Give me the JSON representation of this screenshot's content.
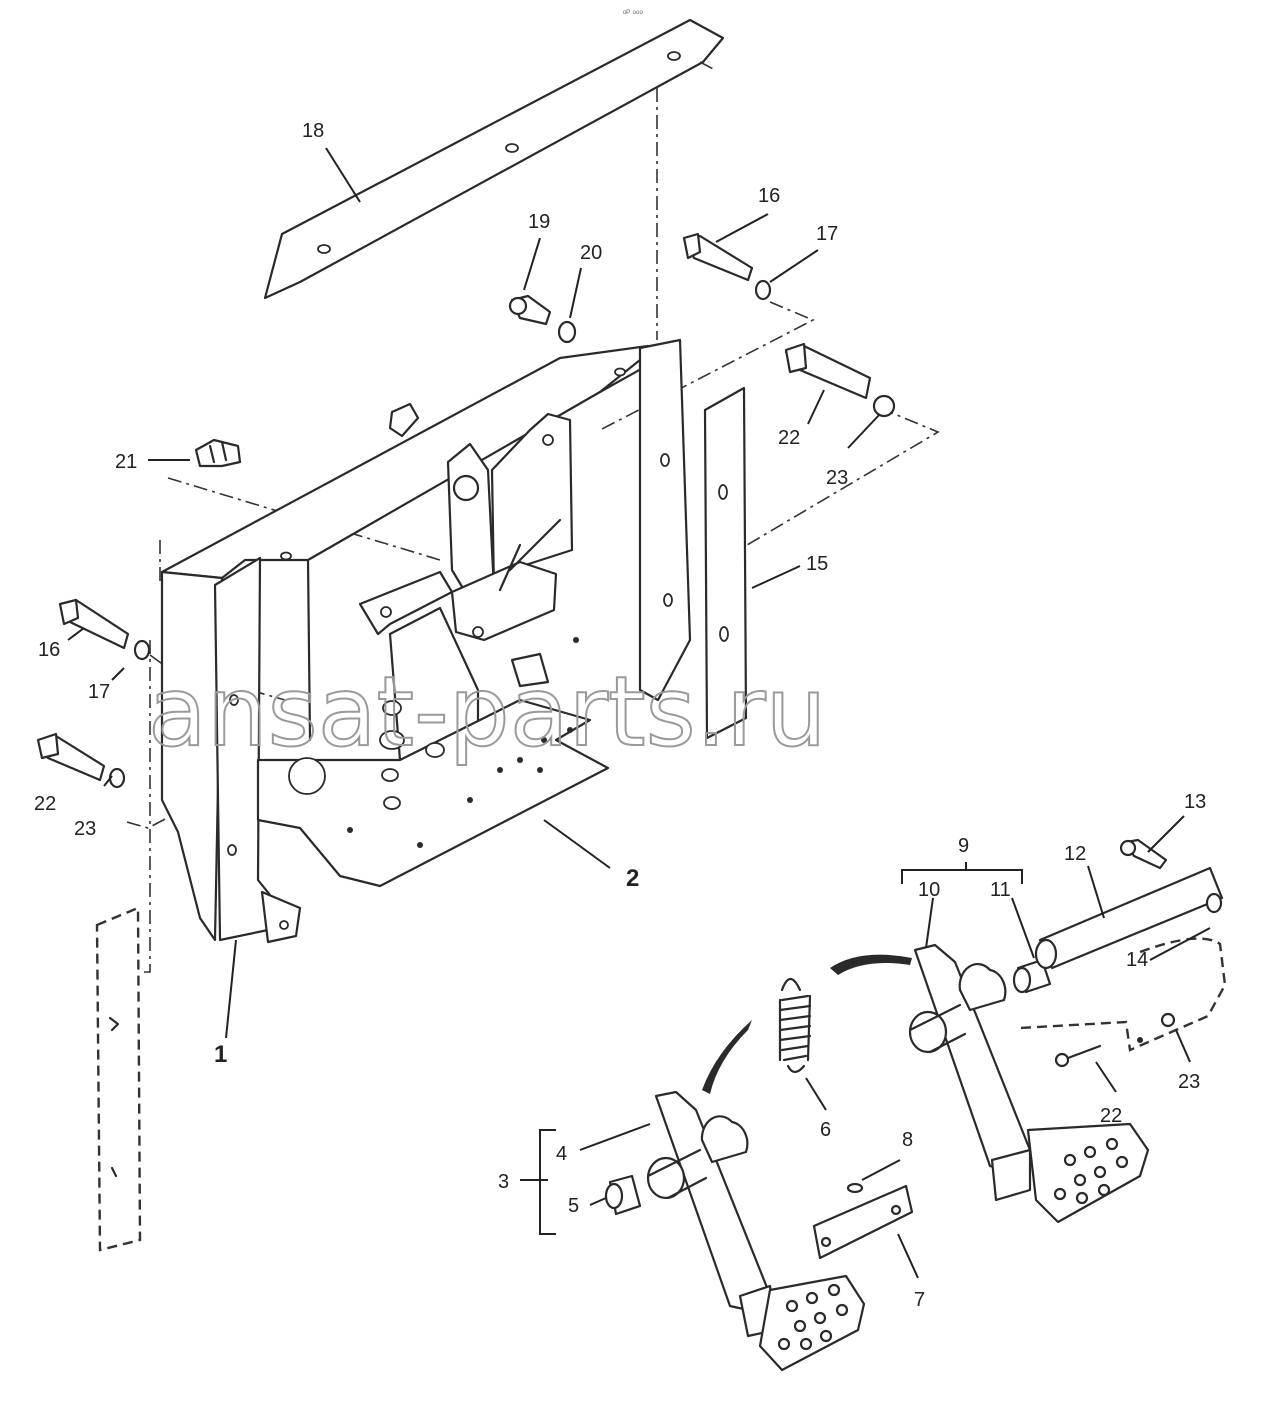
{
  "header_mark": "ᵒᴾ ᵒᵒᵒ",
  "watermark": "ansat-parts.ru",
  "callouts": {
    "c1": "1",
    "c2": "2",
    "c3": "3",
    "c4": "4",
    "c5": "5",
    "c6": "6",
    "c7": "7",
    "c8": "8",
    "c9": "9",
    "c10": "10",
    "c11": "11",
    "c12": "12",
    "c13": "13",
    "c14": "14",
    "c15": "15",
    "c16a": "16",
    "c16b": "16",
    "c17a": "17",
    "c17b": "17",
    "c18": "18",
    "c19": "19",
    "c20": "20",
    "c21": "21",
    "c22a": "22",
    "c22b": "22",
    "c22c": "22",
    "c23a": "23",
    "c23b": "23",
    "c23c": "23"
  }
}
